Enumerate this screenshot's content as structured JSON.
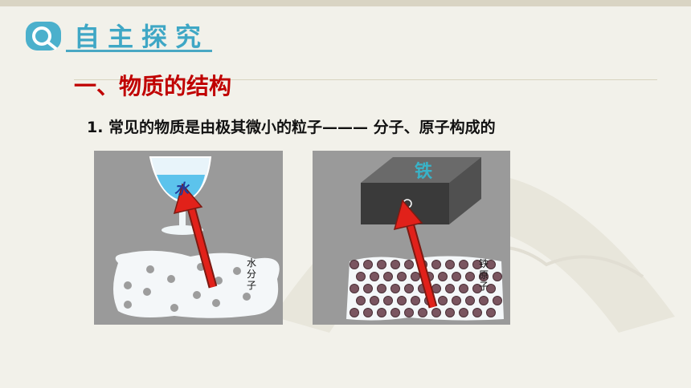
{
  "section": {
    "title": "自主探究"
  },
  "heading": "一、物质的结构",
  "subline": "1. 常见的物质是由极其微小的粒子——— 分子、原子构成的",
  "left_panel": {
    "cup_label": "水",
    "molecule_label": "水分子"
  },
  "right_panel": {
    "block_label": "铁",
    "atom_label": "铁原子"
  },
  "colors": {
    "accent": "#3fa7c5",
    "heading": "#c00000",
    "arrow": "#e1211a"
  }
}
